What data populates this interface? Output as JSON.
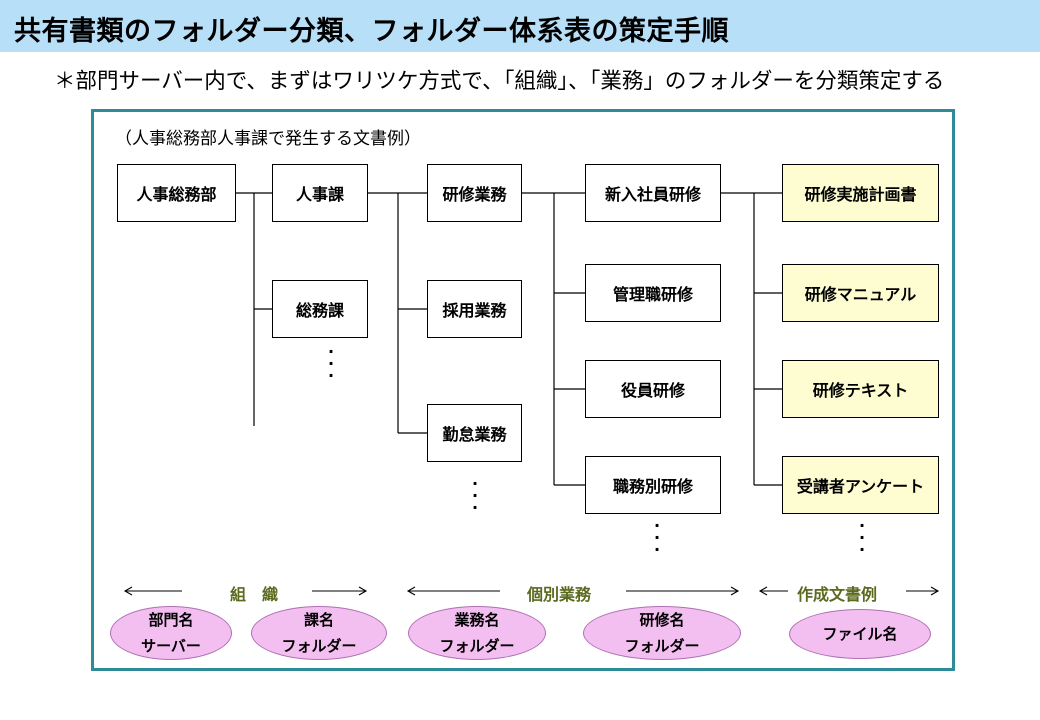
{
  "title": "共有書類のフォルダー分類、フォルダー体系表の策定手順",
  "subtitle": "＊部門サーバー内で、まずはワリツケ方式で、「組織」、「業務」のフォルダーを分類策定する",
  "caption": "（人事総務部人事課で発生する文書例）",
  "boxes": {
    "b1": "人事総務部",
    "b2a": "人事課",
    "b2b": "総務課",
    "b3a": "研修業務",
    "b3b": "採用業務",
    "b3c": "勤怠業務",
    "b4a": "新入社員研修",
    "b4b": "管理職研修",
    "b4c": "役員研修",
    "b4d": "職務別研修",
    "b5a": "研修実施計画書",
    "b5b": "研修マニュアル",
    "b5c": "研修テキスト",
    "b5d": "受講者アンケート"
  },
  "categories": {
    "org": "組　織",
    "work": "個別業務",
    "docs": "作成文書例"
  },
  "ovals": [
    {
      "line1": "部門名",
      "line2": "サーバー"
    },
    {
      "line1": "課名",
      "line2": "フォルダー"
    },
    {
      "line1": "業務名",
      "line2": "フォルダー"
    },
    {
      "line1": "研修名",
      "line2": "フォルダー"
    },
    {
      "line1": "ファイル名",
      "line2": ""
    }
  ],
  "colors": {
    "title_bg": "#b7dff7",
    "frame": "#2e8b9a",
    "doc_box_bg": "#fefdd2",
    "oval_fill": "#f3bff0",
    "category_text": "#5a6a1e"
  }
}
